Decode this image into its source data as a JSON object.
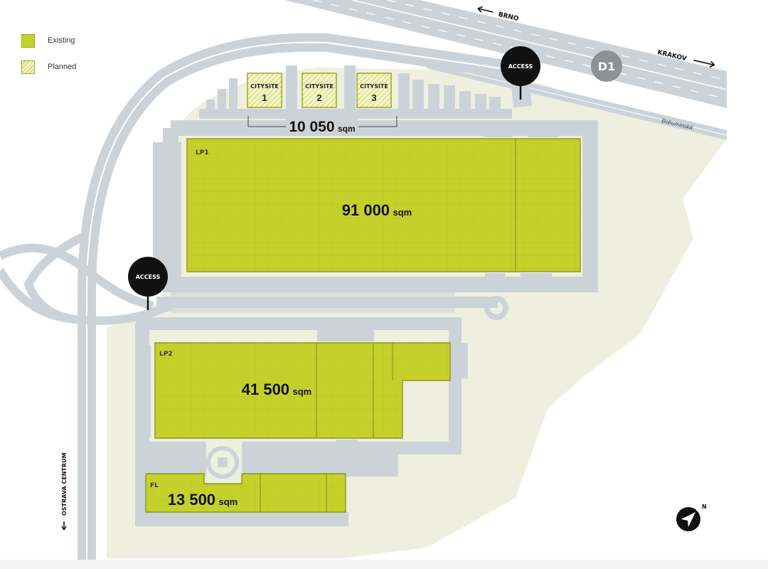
{
  "legend": {
    "existing_label": "Existing",
    "planned_label": "Planned"
  },
  "colors": {
    "existing": "#c5d12b",
    "land": "#efefdf",
    "road": "#ccd3d8",
    "access": "#111111",
    "highway_badge": "#8a9296"
  },
  "directions": {
    "brno": "BRNO",
    "krakov": "KRAKOV",
    "ostrava": "OSTRAVA CENTRUM",
    "street": "Bohumínská",
    "highway": "D1",
    "north": "N"
  },
  "access": {
    "top": "ACCESS",
    "left": "ACCESS"
  },
  "citysites": [
    {
      "name": "CITYSITE",
      "number": "1"
    },
    {
      "name": "CITYSITE",
      "number": "2"
    },
    {
      "name": "CITYSITE",
      "number": "3"
    }
  ],
  "citysite_total": {
    "value": "10 050",
    "unit": "sqm"
  },
  "buildings": {
    "lp1": {
      "code": "LP1",
      "value": "91 000",
      "unit": "sqm"
    },
    "lp2": {
      "code": "LP2",
      "value": "41 500",
      "unit": "sqm"
    },
    "fl": {
      "code": "FL",
      "value": "13 500",
      "unit": "sqm"
    }
  }
}
